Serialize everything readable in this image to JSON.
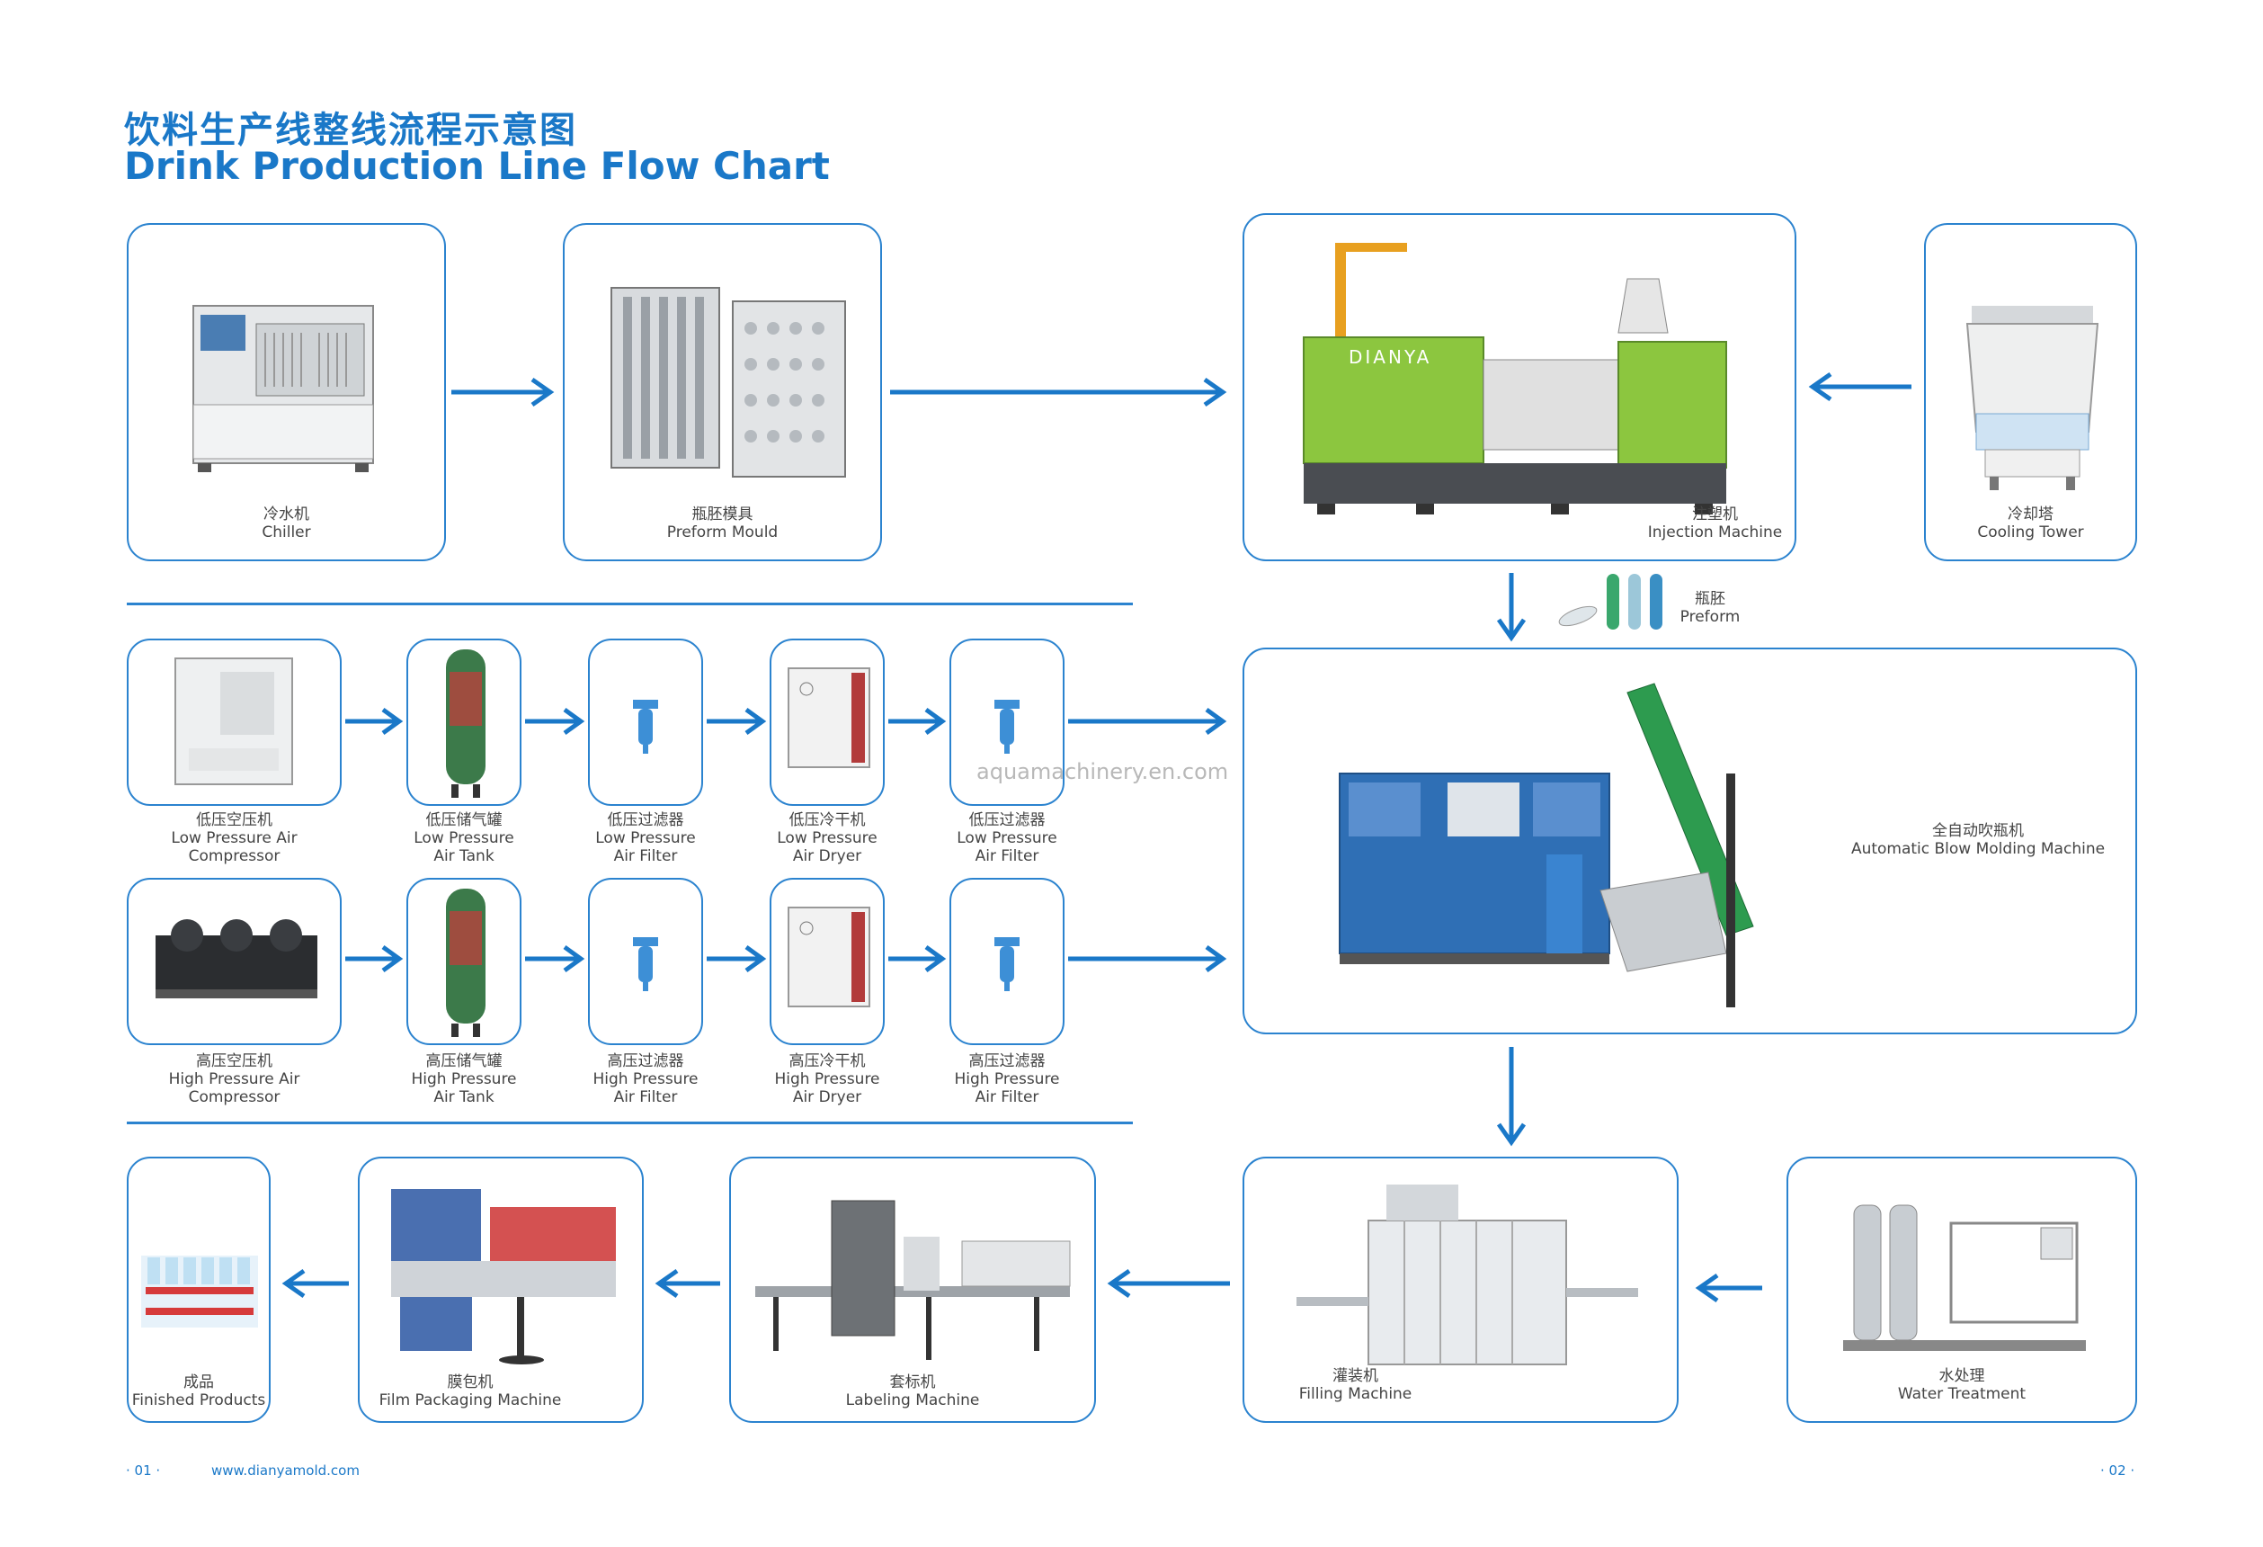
{
  "title": {
    "cn": "饮料生产线整线流程示意图",
    "en": "Drink Production Line Flow Chart"
  },
  "nodes": {
    "chiller": {
      "cn": "冷水机",
      "en": "Chiller"
    },
    "preform_mould": {
      "cn": "瓶胚模具",
      "en": "Preform Mould"
    },
    "injection": {
      "cn": "注塑机",
      "en": "Injection Machine"
    },
    "cooling_tower": {
      "cn": "冷却塔",
      "en": "Cooling Tower"
    },
    "preform": {
      "cn": "瓶胚",
      "en": "Preform"
    },
    "lp_compressor": {
      "cn": "低压空压机",
      "en1": "Low Pressure Air",
      "en2": "Compressor"
    },
    "lp_tank": {
      "cn": "低压储气罐",
      "en1": "Low Pressure",
      "en2": "Air Tank"
    },
    "lp_filter1": {
      "cn": "低压过滤器",
      "en1": "Low Pressure",
      "en2": "Air Filter"
    },
    "lp_dryer": {
      "cn": "低压冷干机",
      "en1": "Low Pressure",
      "en2": "Air Dryer"
    },
    "lp_filter2": {
      "cn": "低压过滤器",
      "en1": "Low Pressure",
      "en2": "Air Filter"
    },
    "hp_compressor": {
      "cn": "高压空压机",
      "en1": "High Pressure Air",
      "en2": "Compressor"
    },
    "hp_tank": {
      "cn": "高压储气罐",
      "en1": "High Pressure",
      "en2": "Air Tank"
    },
    "hp_filter1": {
      "cn": "高压过滤器",
      "en1": "High Pressure",
      "en2": "Air Filter"
    },
    "hp_dryer": {
      "cn": "高压冷干机",
      "en1": "High Pressure",
      "en2": "Air Dryer"
    },
    "hp_filter2": {
      "cn": "高压过滤器",
      "en1": "High Pressure",
      "en2": "Air Filter"
    },
    "blow_molding": {
      "cn": "全自动吹瓶机",
      "en": "Automatic Blow Molding Machine"
    },
    "finished": {
      "cn": "成品",
      "en": "Finished Products"
    },
    "film": {
      "cn": "膜包机",
      "en": "Film Packaging Machine"
    },
    "labeling": {
      "cn": "套标机",
      "en": "Labeling Machine"
    },
    "filling": {
      "cn": "灌装机",
      "en": "Filling Machine"
    },
    "water": {
      "cn": "水处理",
      "en": "Water Treatment"
    }
  },
  "brand": "DIANYA",
  "watermark": "aquamachinery.en.com",
  "footer": {
    "page_left": "· 01 ·",
    "website": "www.dianyamold.com",
    "page_right": "· 02 ·"
  },
  "colors": {
    "accent": "#1a78c8",
    "border": "#2b83cf",
    "machine_green": "#7ac143",
    "machine_blue": "#2f6fb5"
  }
}
